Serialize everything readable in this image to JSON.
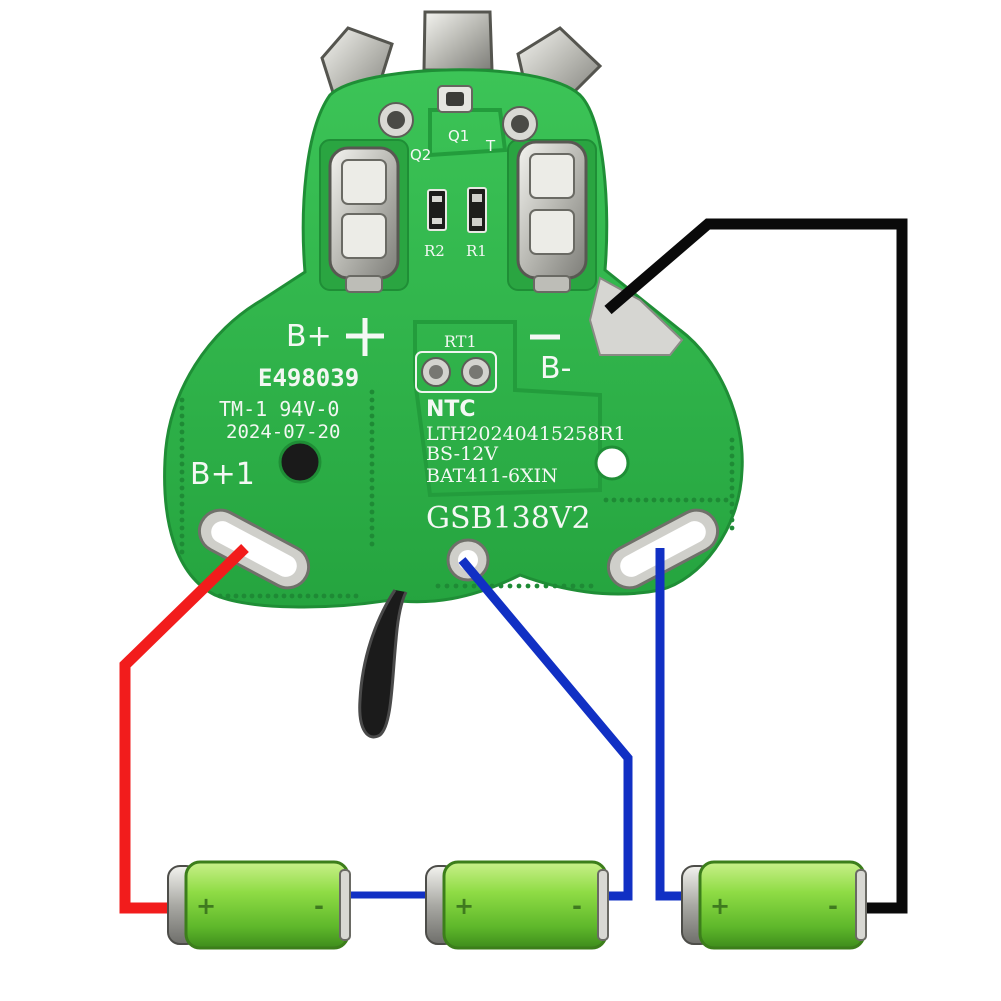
{
  "board": {
    "labels": {
      "bplus": "B+",
      "serial": "E498039",
      "rating": "TM-1 94V-0",
      "date": "2024-07-20",
      "bplus1": "B+1",
      "rt1": "RT1",
      "bminus": "B-",
      "ntc": "NTC",
      "lot": "LTH20240415258R1",
      "bs": "BS-12V",
      "bat": "BAT411-6XIN",
      "model": "GSB138V2",
      "q1": "Q1",
      "q2": "Q2",
      "t": "T",
      "r1": "R1",
      "r2": "R2"
    }
  },
  "cells": {
    "plus_sign": "+",
    "minus_sign": "-"
  },
  "colors": {
    "pcb": "#2fb14a",
    "pcb_edge": "#1f8e36",
    "wire_red": "#f21c1c",
    "wire_blue": "#1130c4",
    "wire_black": "#0a0a0a",
    "cell_green": "#7fd23a",
    "metal": "#c9c9c4"
  }
}
